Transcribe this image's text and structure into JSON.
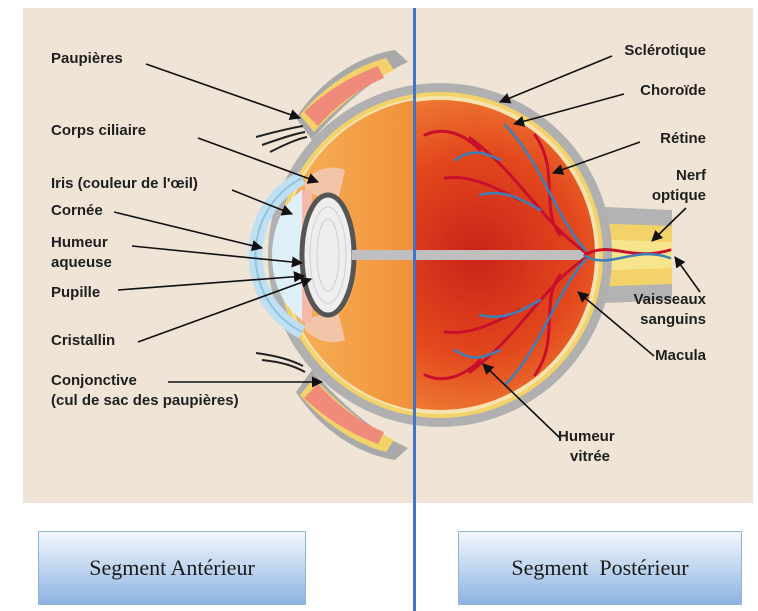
{
  "labels": {
    "paupieres": "Paupières",
    "corps_ciliaire": "Corps ciliaire",
    "iris": "Iris (couleur de l'œil)",
    "cornee": "Cornée",
    "humeur_aqueuse_1": "Humeur",
    "humeur_aqueuse_2": "aqueuse",
    "pupille": "Pupille",
    "cristallin": "Cristallin",
    "conjonctive_1": "Conjonctive",
    "conjonctive_2": "(cul de sac des paupières)",
    "sclerotique": "Sclérotique",
    "choroide": "Choroïde",
    "retine": "Rétine",
    "nerf_1": "Nerf",
    "nerf_2": "optique",
    "vaisseaux_1": "Vaisseaux",
    "vaisseaux_2": "sanguins",
    "macula": "Macula",
    "humeur_vitree_1": "Humeur",
    "humeur_vitree_2": "vitrée"
  },
  "segments": {
    "anterior": "Segment Antérieur",
    "posterior": "Segment  Postérieur"
  },
  "colors": {
    "background": "#efe4d6",
    "sclera": "#a8a8a8",
    "choroid": "#f3d26a",
    "retina_outer": "#e88a3a",
    "vitreous": "#e9541f",
    "vessels_red": "#c8102e",
    "vessels_blue": "#3f7fb8",
    "cornea": "#bfe0f2",
    "divider": "#4472c4"
  }
}
